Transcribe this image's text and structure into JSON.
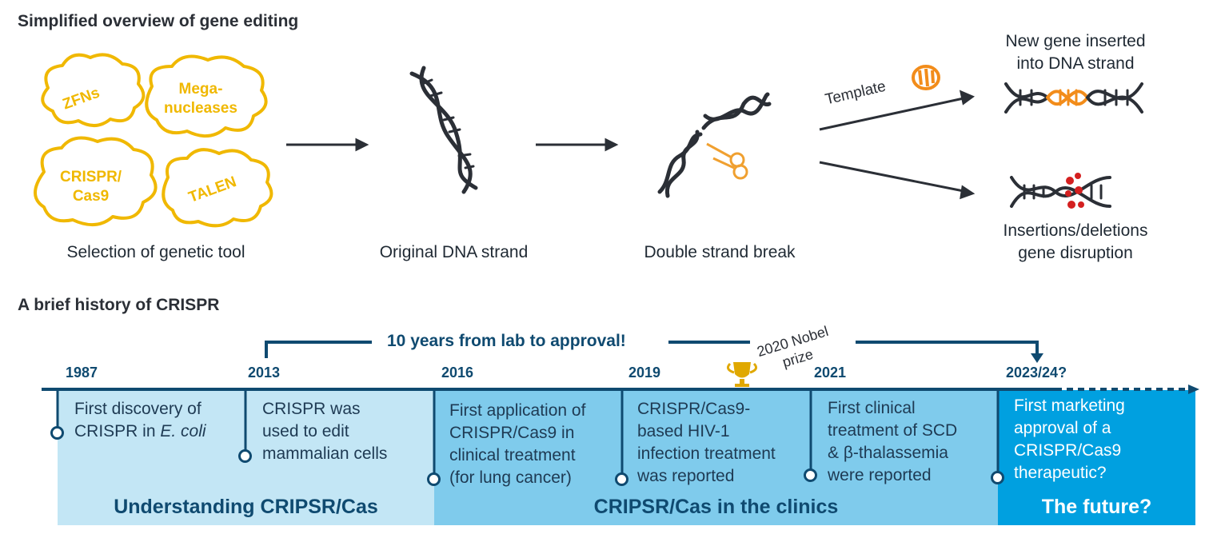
{
  "overview": {
    "title": "Simplified overview of gene editing",
    "tools": [
      "ZFNs",
      "Mega-\nnucleases",
      "CRISPR/\nCas9",
      "TALEN"
    ],
    "step1_label": "Selection of genetic tool",
    "step2_label": "Original DNA strand",
    "step3_label": "Double strand break",
    "template_label": "Template",
    "outcome_insert": "New gene inserted\ninto DNA strand",
    "outcome_disrupt": "Insertions/deletions\ngene disruption",
    "colors": {
      "tool": "#f0b800",
      "scissors": "#f0a030",
      "template_dna": "#f28c1a",
      "mutation": "#d42020",
      "dna": "#2b2f36"
    }
  },
  "history": {
    "title": "A brief history of CRISPR",
    "banner": "10 years from lab to approval!",
    "nobel": "2020 Nobel\nprize",
    "years": [
      "1987",
      "2013",
      "2016",
      "2019",
      "2021",
      "2023/24?"
    ],
    "events": [
      "First discovery of\nCRISPR in E. coli",
      "CRISPR was\nused to edit\nmammalian cells",
      "First application of\nCRISPR/Cas9 in\nclinical treatment\n(for lung cancer)",
      "CRISPR/Cas9-\nbased HIV-1\ninfection treatment\nwas reported",
      "First clinical\ntreatment of SCD\n& β-thalassemia\nwere reported",
      "First marketing\napproval of a\nCRISPR/Cas9\ntherapeutic?"
    ],
    "phases": [
      "Understanding CRIPSR/Cas",
      "CRIPSR/Cas in the clinics",
      "The future?"
    ],
    "colors": {
      "phase1": "#c3e6f5",
      "phase2": "#7fcbec",
      "phase3": "#00a0e0",
      "timeline": "#0f4a70",
      "trophy": "#e0a800"
    }
  }
}
